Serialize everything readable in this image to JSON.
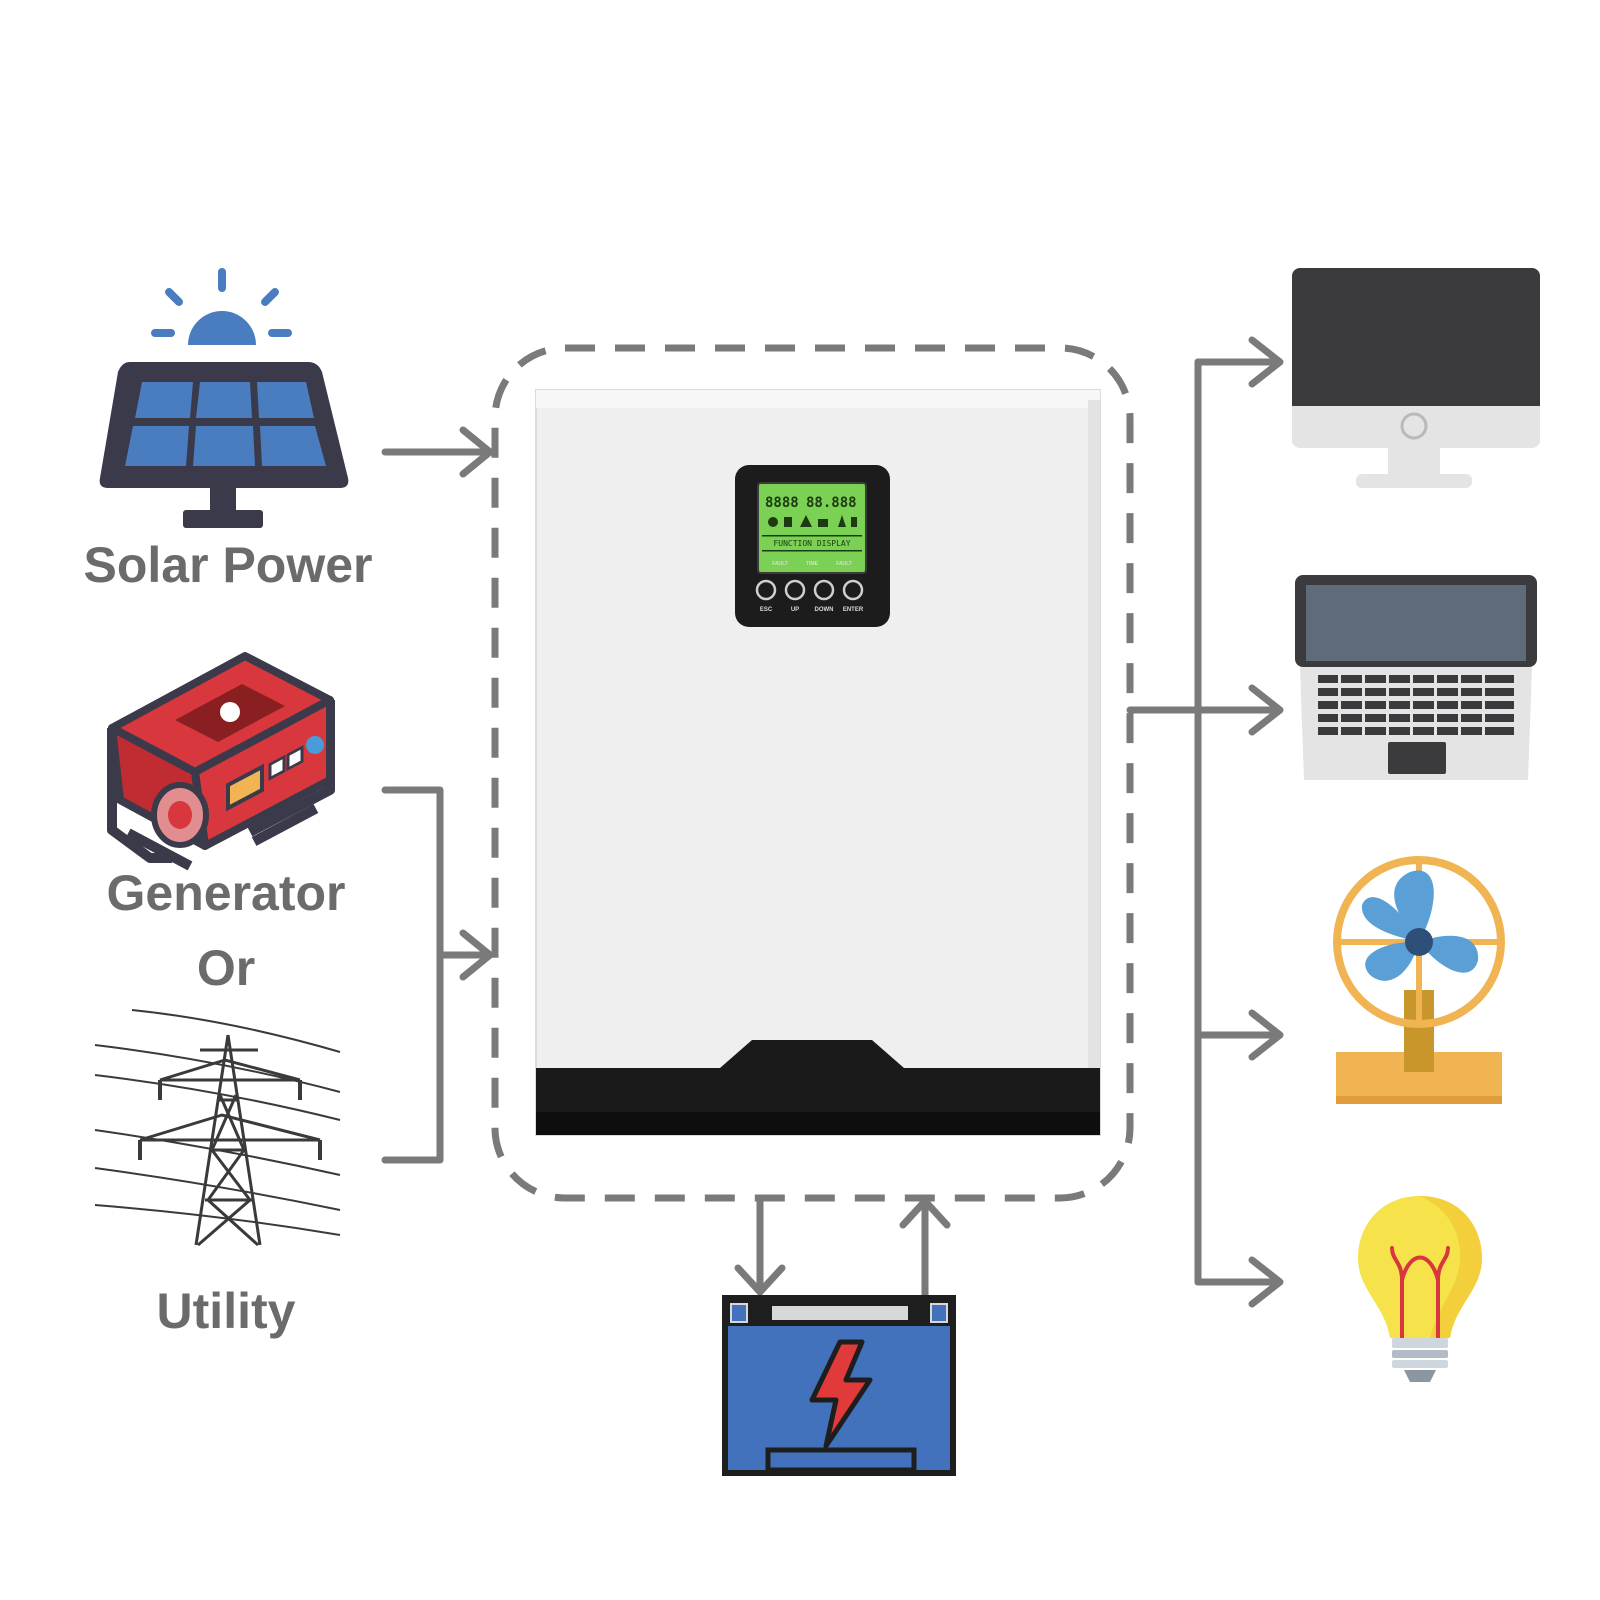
{
  "sources": {
    "solar_label": "Solar Power",
    "generator_label": "Generator",
    "or_label": "Or",
    "utility_label": "Utility"
  },
  "inverter": {
    "display": {
      "readout_left": "8888",
      "readout_right": "88.888",
      "function_label": "FUNCTION DISPLAY",
      "indicators": [
        "FAULT",
        "TIME",
        "FAULT"
      ]
    },
    "buttons": [
      "ESC",
      "UP",
      "DOWN",
      "ENTER"
    ]
  },
  "loads": [
    "monitor-icon",
    "laptop-icon",
    "fan-icon",
    "light-bulb-icon"
  ],
  "battery": "battery-icon",
  "colors": {
    "arrow": "#7a7a7a",
    "solar_blue": "#4a7cc0",
    "generator_red": "#d7373d",
    "battery_blue": "#4272bb",
    "lcd_green": "#7ad153",
    "fan_orange": "#f0b453",
    "bulb_yellow": "#f6e24a"
  }
}
